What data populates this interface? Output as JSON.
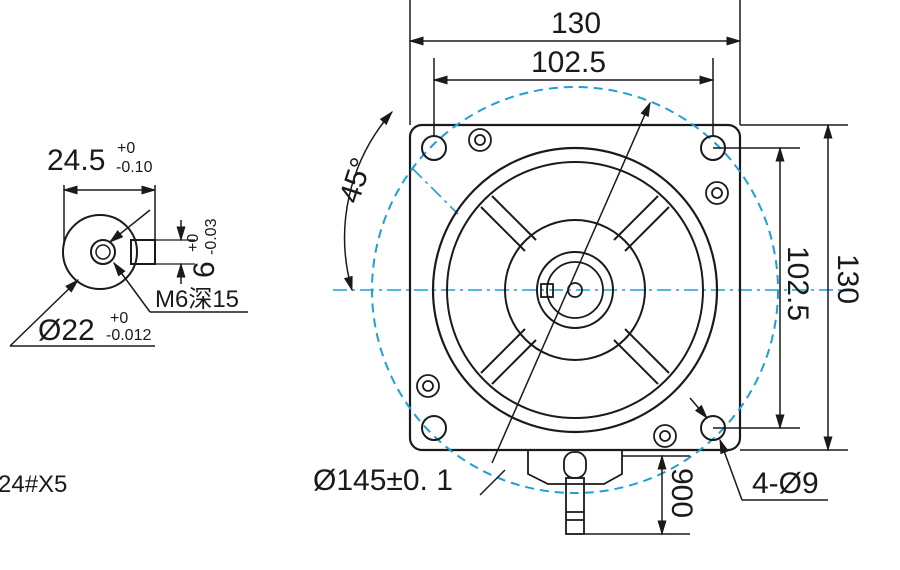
{
  "colors": {
    "line": "#1a1a1a",
    "center_line": "#1e9fd8",
    "background": "#ffffff"
  },
  "side_view": {
    "shaft_length_dim": "24.5",
    "shaft_length_tol_upper": "+0",
    "shaft_length_tol_lower": "-0.10",
    "key_dim": "6",
    "key_tol_upper": "+0",
    "key_tol_lower": "-0.03",
    "thread_label": "M6深15",
    "shaft_dia_dim": "Ø22",
    "shaft_dia_tol_upper": "+0",
    "shaft_dia_tol_lower": "-0.012"
  },
  "key_note": "24#X5",
  "front_view": {
    "width_overall": "130",
    "width_bolt": "102.5",
    "height_overall": "130",
    "height_bolt": "102.5",
    "angle": "45°",
    "pcd": "Ø145±0. 1",
    "cable_length": "900",
    "holes": "4-Ø9"
  }
}
